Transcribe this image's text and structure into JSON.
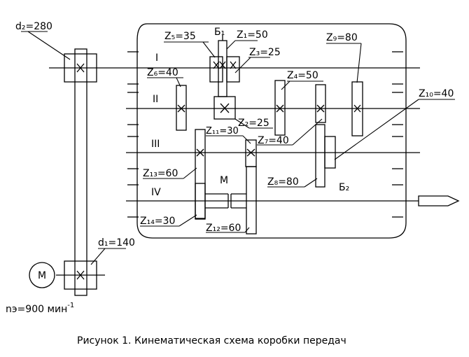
{
  "caption": "Рисунок 1. Кинематическая схема коробки передач",
  "motor": {
    "symbol": "М",
    "speed_value": "nэ=900 мин",
    "speed_exp": "-1"
  },
  "pulleys": {
    "d2": "d₂=280",
    "d1": "d₁=140"
  },
  "shafts": {
    "s1": "I",
    "s2": "II",
    "s3": "III",
    "s4": "IV"
  },
  "blocks": {
    "b1": "Б₁",
    "b2": "Б₂"
  },
  "clutch": "М",
  "gears": {
    "z1": "Z₁=50",
    "z2": "Z₂=25",
    "z3": "Z₃=25",
    "z4": "Z₄=50",
    "z5": "Z₅=35",
    "z6": "Z₆=40",
    "z7": "Z₇=40",
    "z8": "Z₈=80",
    "z9": "Z₉=80",
    "z10": "Z₁₀=40",
    "z11": "Z₁₁=30",
    "z12": "Z₁₂=60",
    "z13": "Z₁₃=60",
    "z14": "Z₁₄=30"
  }
}
